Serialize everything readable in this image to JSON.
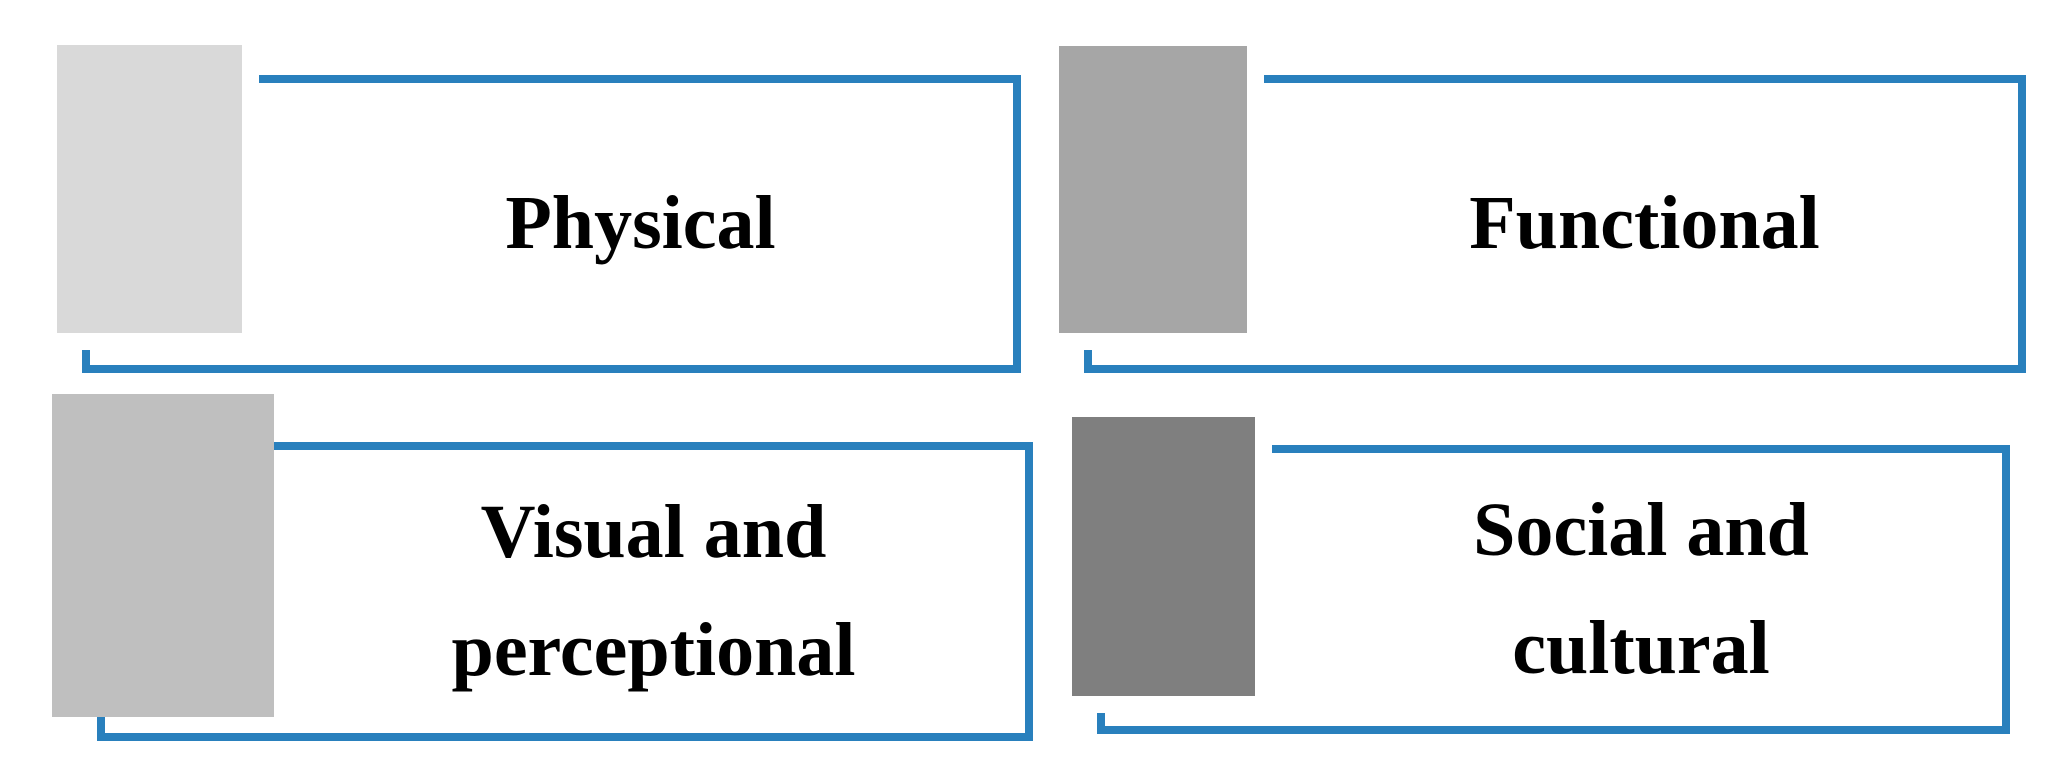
{
  "figure": {
    "background_color": "#ffffff",
    "accent_blue": "#2980bd",
    "text_color": "#000000",
    "blocks": [
      {
        "id": "physical",
        "label": "Physical",
        "gray_color": "#d9d9d9"
      },
      {
        "id": "functional",
        "label": "Functional",
        "gray_color": "#a6a6a6"
      },
      {
        "id": "visual-perceptional",
        "label": "Visual and\nperceptional",
        "gray_color": "#bfbfbf"
      },
      {
        "id": "social-cultural",
        "label": "Social and\ncultural",
        "gray_color": "#7f7f7f"
      }
    ]
  }
}
